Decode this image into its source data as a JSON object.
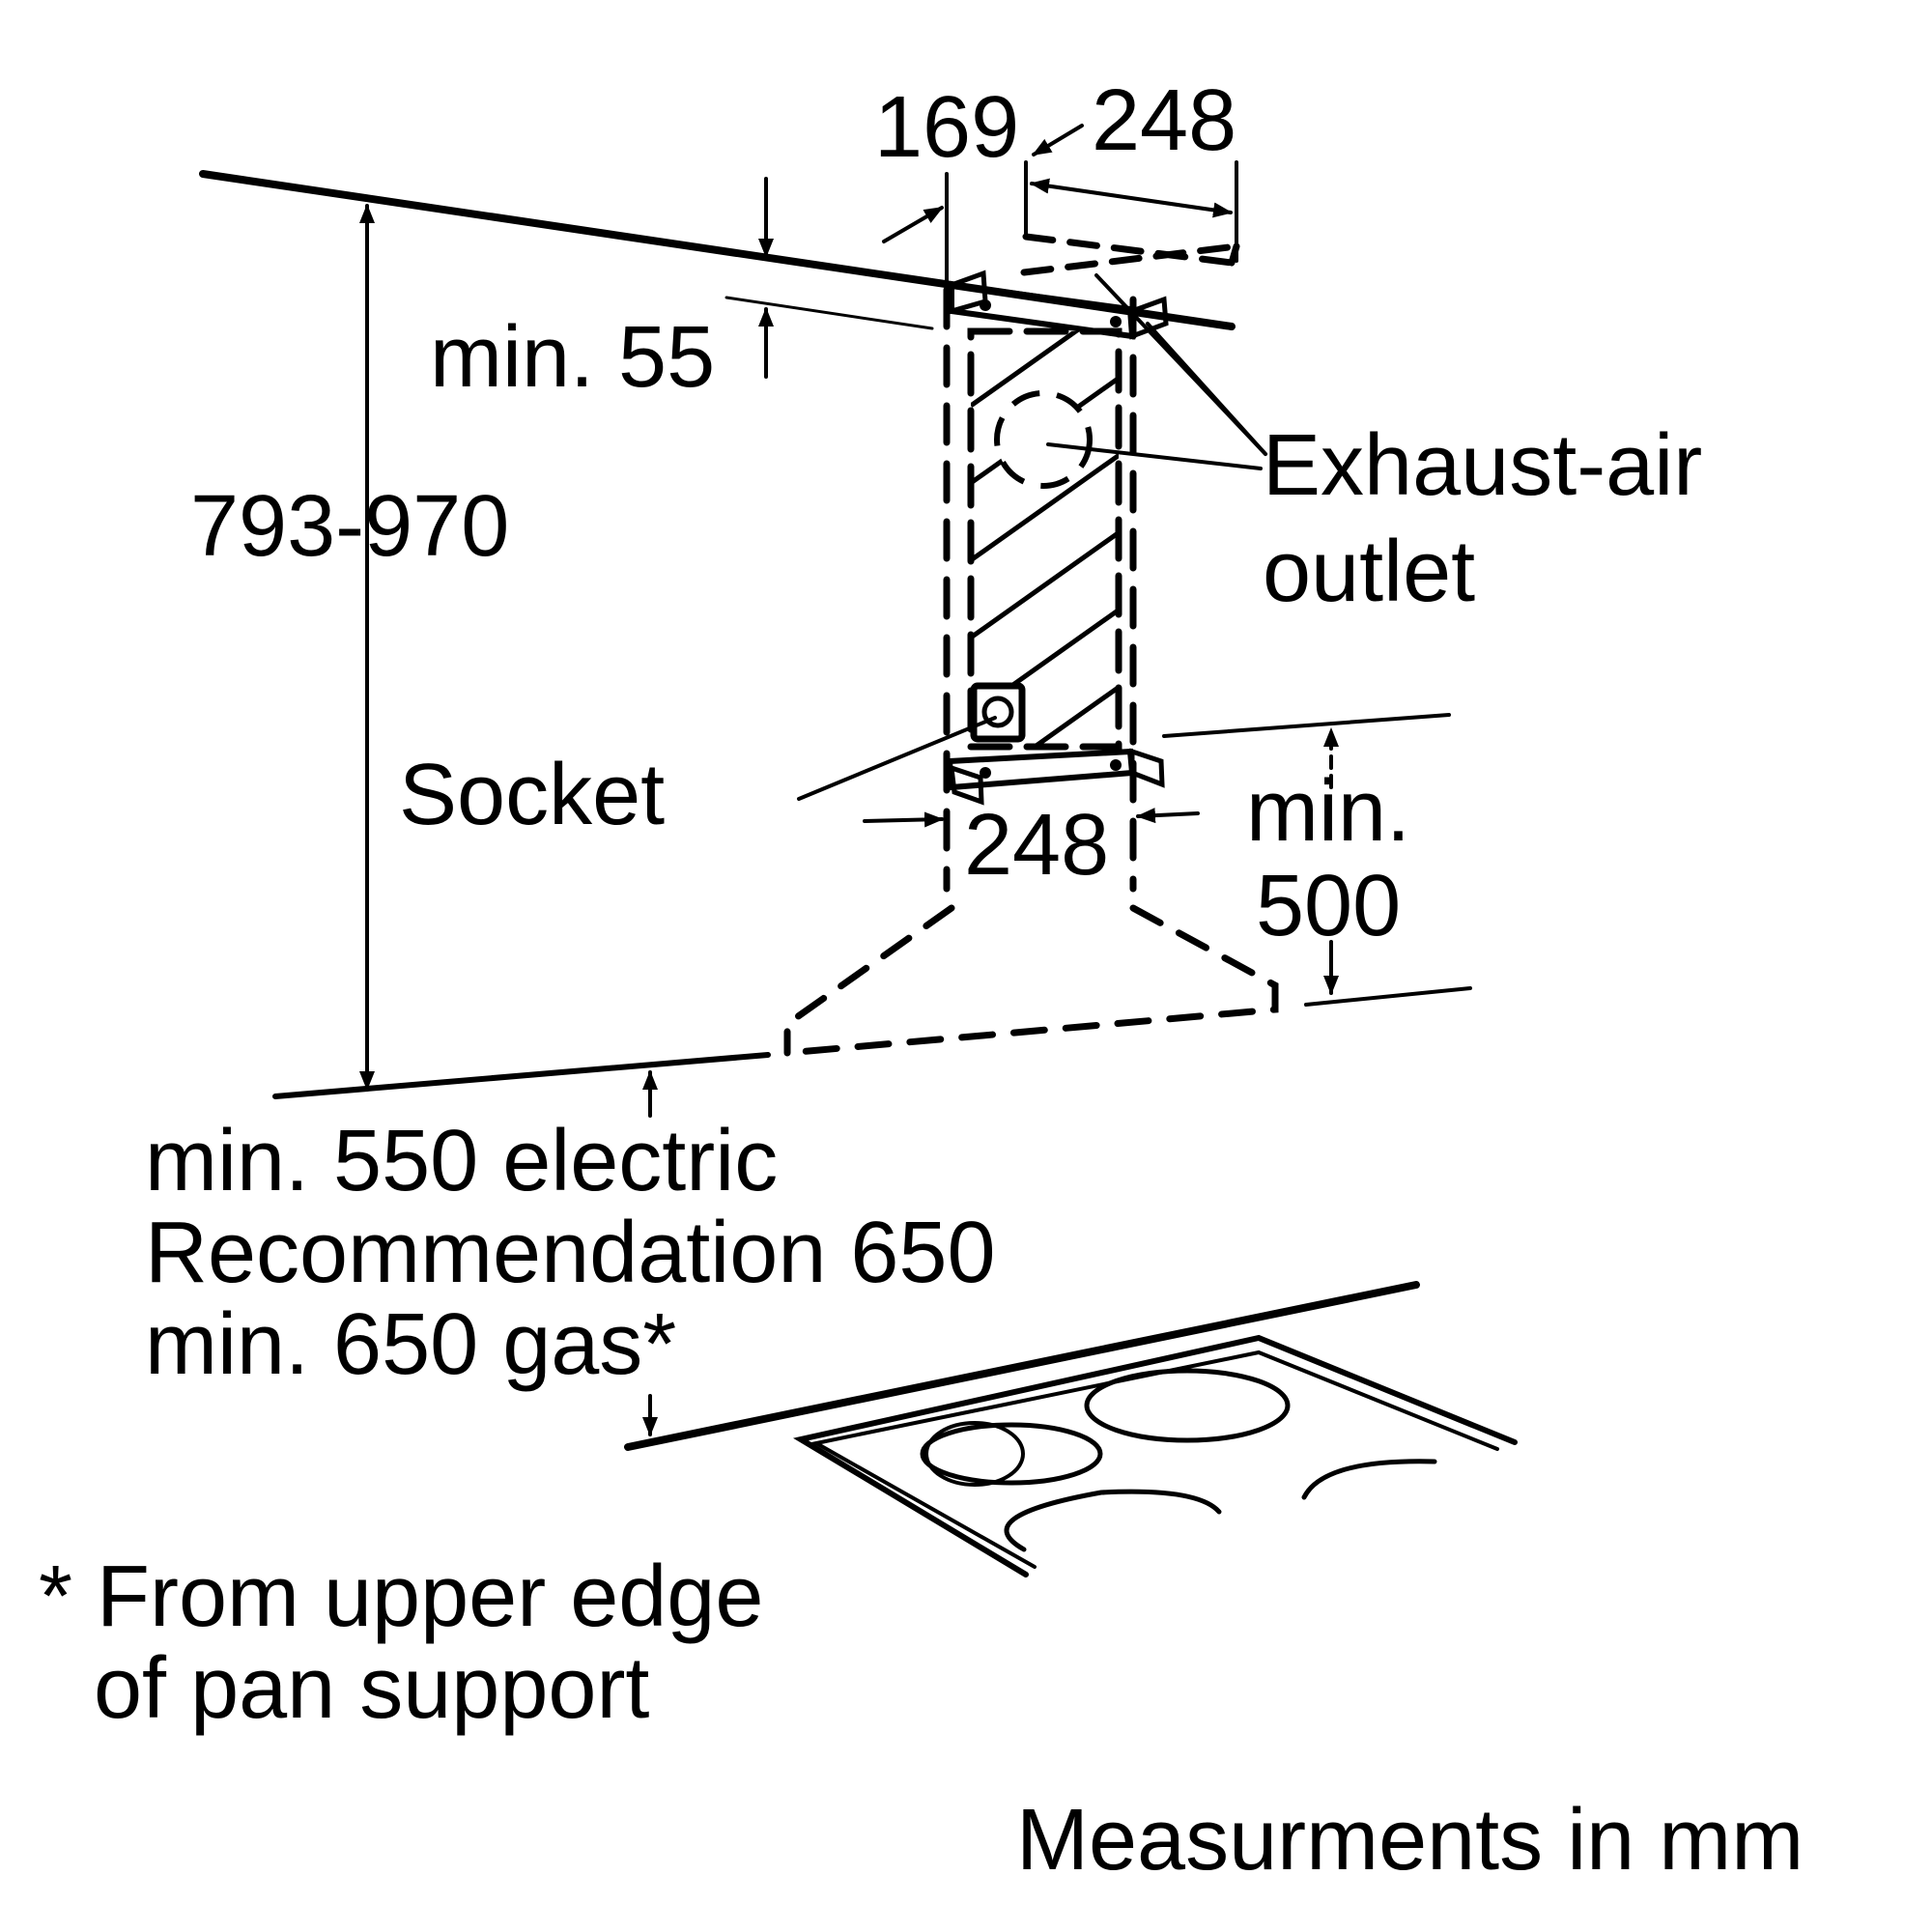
{
  "diagram": {
    "dimensions": {
      "top_depth": "169",
      "top_width": "248",
      "min_ceiling_gap": "min. 55",
      "total_height": "793-970",
      "bottom_width": "248",
      "min_above_hood_line1": "min.",
      "min_above_hood_line2": "500"
    },
    "labels": {
      "exhaust_line1": "Exhaust-air",
      "exhaust_line2": "outlet",
      "socket": "Socket"
    },
    "clearance": {
      "line1": "min. 550 electric",
      "line2": "Recommendation 650",
      "line3": "min. 650 gas*"
    },
    "footnote": {
      "line1": "* From upper edge",
      "line2": "of pan support"
    },
    "units_note": "Measurments in mm",
    "colors": {
      "ink": "#000000",
      "background": "#ffffff"
    }
  }
}
